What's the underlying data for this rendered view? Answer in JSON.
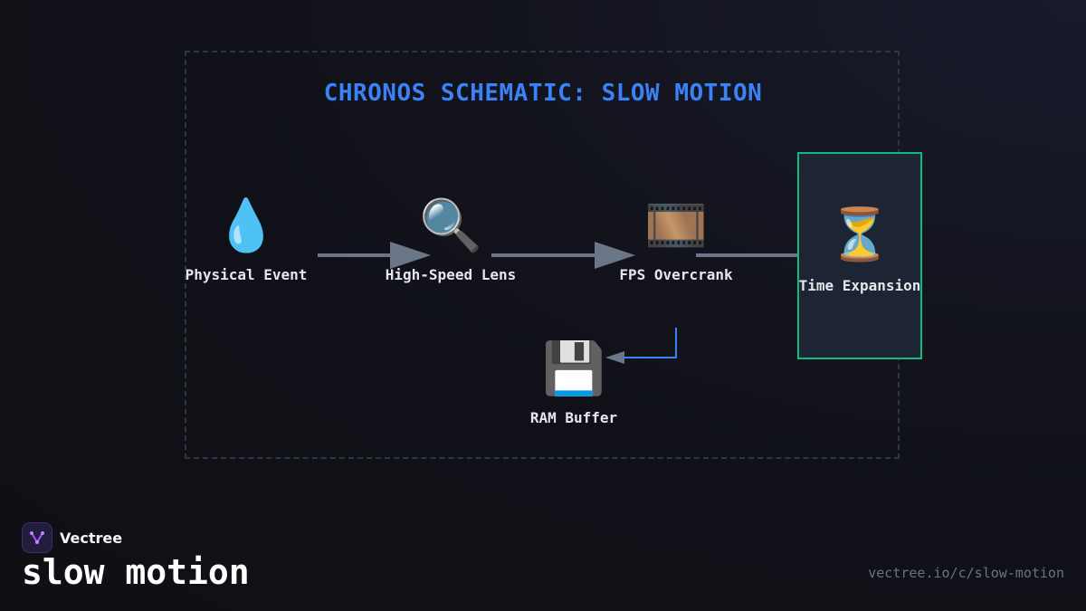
{
  "diagram": {
    "title": "CHRONOS SCHEMATIC: SLOW MOTION",
    "nodes": [
      {
        "id": "physical-event",
        "label": "Physical Event",
        "icon": "droplet-icon"
      },
      {
        "id": "high-speed-lens",
        "label": "High-Speed Lens",
        "icon": "magnifier-icon"
      },
      {
        "id": "fps-overcrank",
        "label": "FPS Overcrank",
        "icon": "film-frames-icon"
      },
      {
        "id": "time-expansion",
        "label": "Time Expansion",
        "icon": "hourglass-icon"
      },
      {
        "id": "ram-buffer",
        "label": "RAM Buffer",
        "icon": "floppy-disk-icon"
      }
    ],
    "edges": [
      {
        "from": "physical-event",
        "to": "high-speed-lens"
      },
      {
        "from": "high-speed-lens",
        "to": "fps-overcrank"
      },
      {
        "from": "fps-overcrank",
        "to": "time-expansion"
      },
      {
        "from": "fps-overcrank",
        "to": "ram-buffer"
      }
    ],
    "colors": {
      "title": "#3b82f6",
      "arrow": "#6b7789",
      "buffer_arrow": "#3b82f6",
      "highlight_border": "#10b981"
    }
  },
  "branding": {
    "name": "Vectree",
    "page_title": "slow motion",
    "url": "vectree.io/c/slow-motion"
  }
}
